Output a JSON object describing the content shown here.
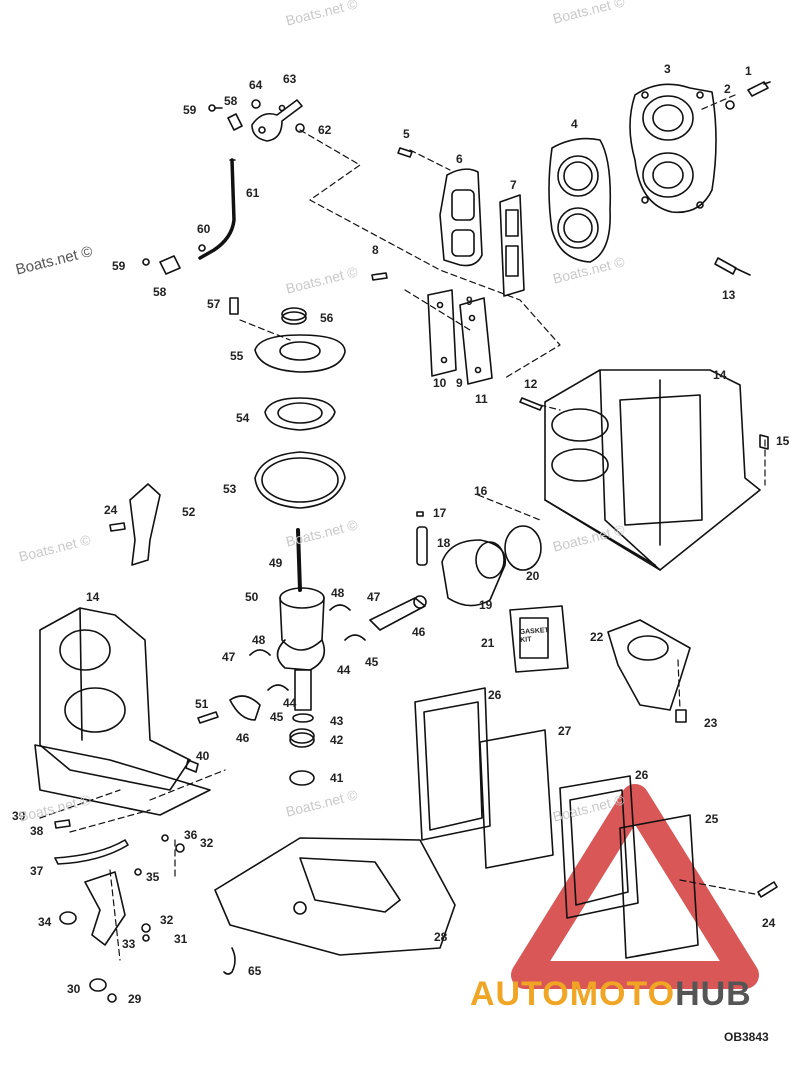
{
  "watermark": "Boats.net ©",
  "watermark_side": "Boats.net ©",
  "diagram_ref": "OB3843",
  "box_label": "GASKET KIT",
  "logo": {
    "part1": "AUTOMOTO",
    "part2": "HUB"
  },
  "colors": {
    "line": "#111111",
    "logo_red": "#d33a3a",
    "logo_orange": "#f0a524",
    "logo_gray": "#555555"
  },
  "callouts": [
    {
      "id": "1",
      "text": "1"
    },
    {
      "id": "2",
      "text": "2"
    },
    {
      "id": "3",
      "text": "3"
    },
    {
      "id": "4",
      "text": "4"
    },
    {
      "id": "5",
      "text": "5"
    },
    {
      "id": "6",
      "text": "6"
    },
    {
      "id": "7",
      "text": "7"
    },
    {
      "id": "8",
      "text": "8"
    },
    {
      "id": "9a",
      "text": "9"
    },
    {
      "id": "9b",
      "text": "9"
    },
    {
      "id": "10",
      "text": "10"
    },
    {
      "id": "11",
      "text": "11"
    },
    {
      "id": "12",
      "text": "12"
    },
    {
      "id": "13",
      "text": "13"
    },
    {
      "id": "14a",
      "text": "14"
    },
    {
      "id": "14b",
      "text": "14"
    },
    {
      "id": "15",
      "text": "15"
    },
    {
      "id": "16",
      "text": "16"
    },
    {
      "id": "17",
      "text": "17"
    },
    {
      "id": "18",
      "text": "18"
    },
    {
      "id": "19",
      "text": "19"
    },
    {
      "id": "20",
      "text": "20"
    },
    {
      "id": "21",
      "text": "21"
    },
    {
      "id": "22",
      "text": "22"
    },
    {
      "id": "23",
      "text": "23"
    },
    {
      "id": "24a",
      "text": "24"
    },
    {
      "id": "24b",
      "text": "24"
    },
    {
      "id": "25",
      "text": "25"
    },
    {
      "id": "26a",
      "text": "26"
    },
    {
      "id": "26b",
      "text": "26"
    },
    {
      "id": "27",
      "text": "27"
    },
    {
      "id": "28",
      "text": "28"
    },
    {
      "id": "29",
      "text": "29"
    },
    {
      "id": "30",
      "text": "30"
    },
    {
      "id": "31",
      "text": "31"
    },
    {
      "id": "32a",
      "text": "32"
    },
    {
      "id": "32b",
      "text": "32"
    },
    {
      "id": "33",
      "text": "33"
    },
    {
      "id": "34",
      "text": "34"
    },
    {
      "id": "35",
      "text": "35"
    },
    {
      "id": "36",
      "text": "36"
    },
    {
      "id": "37",
      "text": "37"
    },
    {
      "id": "38",
      "text": "38"
    },
    {
      "id": "39",
      "text": "39"
    },
    {
      "id": "40",
      "text": "40"
    },
    {
      "id": "41",
      "text": "41"
    },
    {
      "id": "42",
      "text": "42"
    },
    {
      "id": "43",
      "text": "43"
    },
    {
      "id": "44a",
      "text": "44"
    },
    {
      "id": "44b",
      "text": "44"
    },
    {
      "id": "45a",
      "text": "45"
    },
    {
      "id": "45b",
      "text": "45"
    },
    {
      "id": "46a",
      "text": "46"
    },
    {
      "id": "46b",
      "text": "46"
    },
    {
      "id": "47a",
      "text": "47"
    },
    {
      "id": "47b",
      "text": "47"
    },
    {
      "id": "48a",
      "text": "48"
    },
    {
      "id": "48b",
      "text": "48"
    },
    {
      "id": "49",
      "text": "49"
    },
    {
      "id": "50",
      "text": "50"
    },
    {
      "id": "51",
      "text": "51"
    },
    {
      "id": "52",
      "text": "52"
    },
    {
      "id": "53",
      "text": "53"
    },
    {
      "id": "54",
      "text": "54"
    },
    {
      "id": "55",
      "text": "55"
    },
    {
      "id": "56",
      "text": "56"
    },
    {
      "id": "57",
      "text": "57"
    },
    {
      "id": "58a",
      "text": "58"
    },
    {
      "id": "58b",
      "text": "58"
    },
    {
      "id": "59a",
      "text": "59"
    },
    {
      "id": "59b",
      "text": "59"
    },
    {
      "id": "60",
      "text": "60"
    },
    {
      "id": "61",
      "text": "61"
    },
    {
      "id": "62",
      "text": "62"
    },
    {
      "id": "63",
      "text": "63"
    },
    {
      "id": "64",
      "text": "64"
    },
    {
      "id": "65",
      "text": "65"
    }
  ]
}
